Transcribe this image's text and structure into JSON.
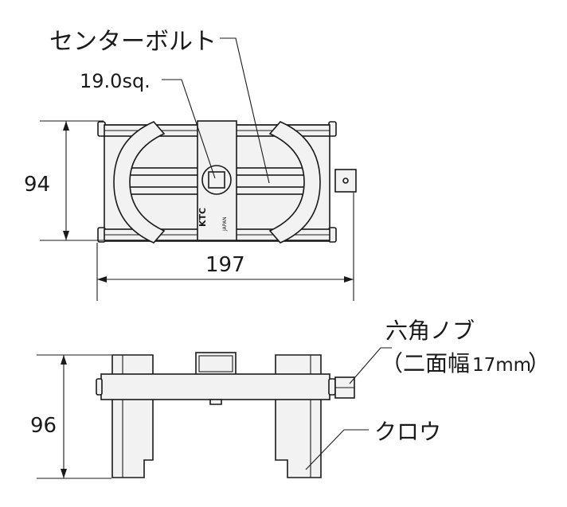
{
  "labels": {
    "center_bolt": "センターボルト",
    "square_drive": "19.0sq.",
    "hex_knob": "六角ノブ",
    "hex_knob_paren_open": "（二面幅",
    "hex_knob_size": "17mm",
    "hex_knob_paren_close": "）",
    "claw": "クロウ",
    "brand_logo": "KTC",
    "origin_mark": "JAPAN"
  },
  "dimensions": {
    "top_height": "94",
    "top_width": "197",
    "side_height": "96"
  }
}
